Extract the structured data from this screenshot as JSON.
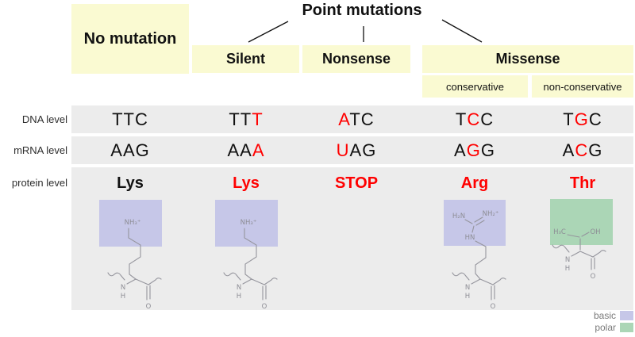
{
  "title": "Point mutations",
  "no_mutation_label": "No mutation",
  "branch_labels": {
    "silent": "Silent",
    "nonsense": "Nonsense",
    "missense": "Missense"
  },
  "missense_subtypes": {
    "conservative": "conservative",
    "non_conservative": "non-conservative"
  },
  "row_labels": {
    "dna": "DNA level",
    "mrna": "mRNA level",
    "protein": "protein level"
  },
  "columns": [
    {
      "id": "no-mutation",
      "dna": [
        "T",
        "T",
        "C"
      ],
      "mrna": [
        "A",
        "A",
        "G"
      ],
      "protein": "Lys",
      "mutated_index": null,
      "protein_red": false,
      "aa_class": "basic"
    },
    {
      "id": "silent",
      "dna": [
        "T",
        "T",
        "T"
      ],
      "mrna": [
        "A",
        "A",
        "A"
      ],
      "protein": "Lys",
      "mutated_index": 2,
      "protein_red": true,
      "aa_class": "basic"
    },
    {
      "id": "nonsense",
      "dna": [
        "A",
        "T",
        "C"
      ],
      "mrna": [
        "U",
        "A",
        "G"
      ],
      "protein": "STOP",
      "mutated_index": 0,
      "protein_red": true,
      "aa_class": null
    },
    {
      "id": "missense-conservative",
      "dna": [
        "T",
        "C",
        "C"
      ],
      "mrna": [
        "A",
        "G",
        "G"
      ],
      "protein": "Arg",
      "mutated_index": 1,
      "protein_red": true,
      "aa_class": "basic"
    },
    {
      "id": "missense-non-conservative",
      "dna": [
        "T",
        "G",
        "C"
      ],
      "mrna": [
        "A",
        "C",
        "G"
      ],
      "protein": "Thr",
      "mutated_index": 1,
      "protein_red": true,
      "aa_class": "polar"
    }
  ],
  "structures": {
    "lys": {
      "amine": "NH₃⁺",
      "n": "N",
      "h": "H",
      "o": "O"
    },
    "arg": {
      "h2n": "H₂N",
      "nh2": "NH₂⁺",
      "hn": "HN",
      "n": "N",
      "h": "H",
      "o": "O"
    },
    "thr": {
      "h3c": "H₃C",
      "oh": "OH",
      "n": "N",
      "h": "H",
      "o": "O"
    }
  },
  "legend": [
    {
      "label": "basic",
      "color": "#c6c7e8"
    },
    {
      "label": "polar",
      "color": "#abd6b6"
    }
  ],
  "colors": {
    "header_bg": "#fafad2",
    "row_bg": "#ececec",
    "red": "#ff0000",
    "basic": "#c6c7e8",
    "polar": "#abd6b6",
    "structure_stroke": "#95959d"
  }
}
